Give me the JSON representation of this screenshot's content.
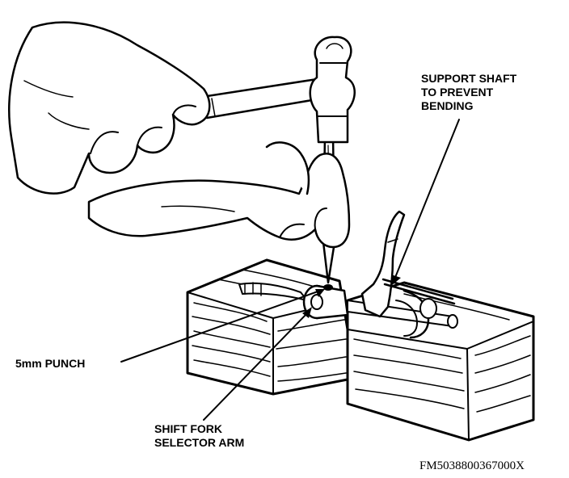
{
  "callouts": {
    "support_shaft": [
      "SUPPORT SHAFT",
      "TO PREVENT",
      "BENDING"
    ],
    "punch": "5mm PUNCH",
    "shift_fork": [
      "SHIFT FORK",
      "SELECTOR ARM"
    ]
  },
  "figure_id": "FM5038800367000X",
  "colors": {
    "ink": "#000000",
    "paper": "#ffffff"
  },
  "illustration_parts": [
    "hand-with-hammer",
    "hand-holding-punch",
    "ball-peen-hammer",
    "punch",
    "wooden-blocks",
    "shift-shaft",
    "shift-fork-selector-arm",
    "shift-fork",
    "support-shaft",
    "roll-pin"
  ]
}
